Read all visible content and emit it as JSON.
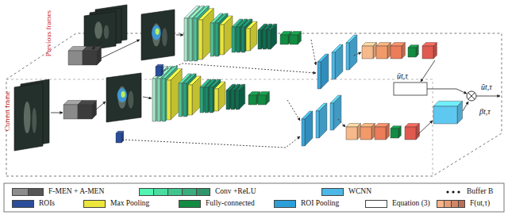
{
  "diagram": {
    "labels": [
      "Previous frames",
      "Current frame",
      "ūt,τ",
      "βt,τ",
      "ũt,τ"
    ],
    "legend": [
      {
        "text": "F-MEN + A-MEN",
        "color": "#6e6e6e"
      },
      {
        "text": "Conv +ReLU",
        "color": "#3fbf8a"
      },
      {
        "text": "WCNN",
        "color": "#4db8e8"
      },
      {
        "text": "Buffer B"
      },
      {
        "text": "ROIs",
        "color": "#2a4d9c"
      },
      {
        "text": "Max Pooling",
        "color": "#ece63a"
      },
      {
        "text": "Fully-connected",
        "color": "#128c42"
      },
      {
        "text": "ROI Pooling",
        "color": "#2a9fd8"
      },
      {
        "text": "Equation (3)",
        "color": "#ffffff"
      },
      {
        "text": "F(ut,τ)",
        "color": "#ef8d6a"
      }
    ]
  }
}
